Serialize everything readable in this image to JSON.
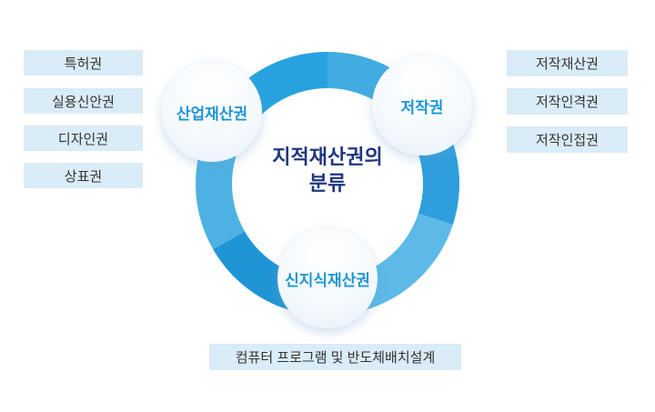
{
  "title": {
    "line1": "지적재산권의",
    "line2": "분류"
  },
  "nodes": {
    "industrial": {
      "label": "산업재산권"
    },
    "copyright": {
      "label": "저작권"
    },
    "new_ip": {
      "label": "신지식재산권"
    }
  },
  "left_items": [
    "특허권",
    "실용신안권",
    "디자인권",
    "상표권"
  ],
  "right_items": [
    "저작재산권",
    "저작인격권",
    "저작인접권"
  ],
  "bottom_item": "컴퓨터 프로그램 및 반도체배치설계",
  "colors": {
    "ring_segments": [
      "#41ace2",
      "#2e9fdc",
      "#5db9e7",
      "#2095d6",
      "#4db2e3",
      "#28a2df"
    ],
    "node_text": "#1e96d5",
    "title_text": "#20377e",
    "label_box_bg": "#d9ecf7",
    "label_box_text": "#333333",
    "background": "#ffffff"
  },
  "chart_data": {
    "type": "diagram",
    "title": "지적재산권의 분류",
    "groups": [
      {
        "name": "산업재산권",
        "children": [
          "특허권",
          "실용신안권",
          "디자인권",
          "상표권"
        ]
      },
      {
        "name": "저작권",
        "children": [
          "저작재산권",
          "저작인격권",
          "저작인접권"
        ]
      },
      {
        "name": "신지식재산권",
        "children": [
          "컴퓨터 프로그램 및 반도체배치설계"
        ]
      }
    ]
  }
}
